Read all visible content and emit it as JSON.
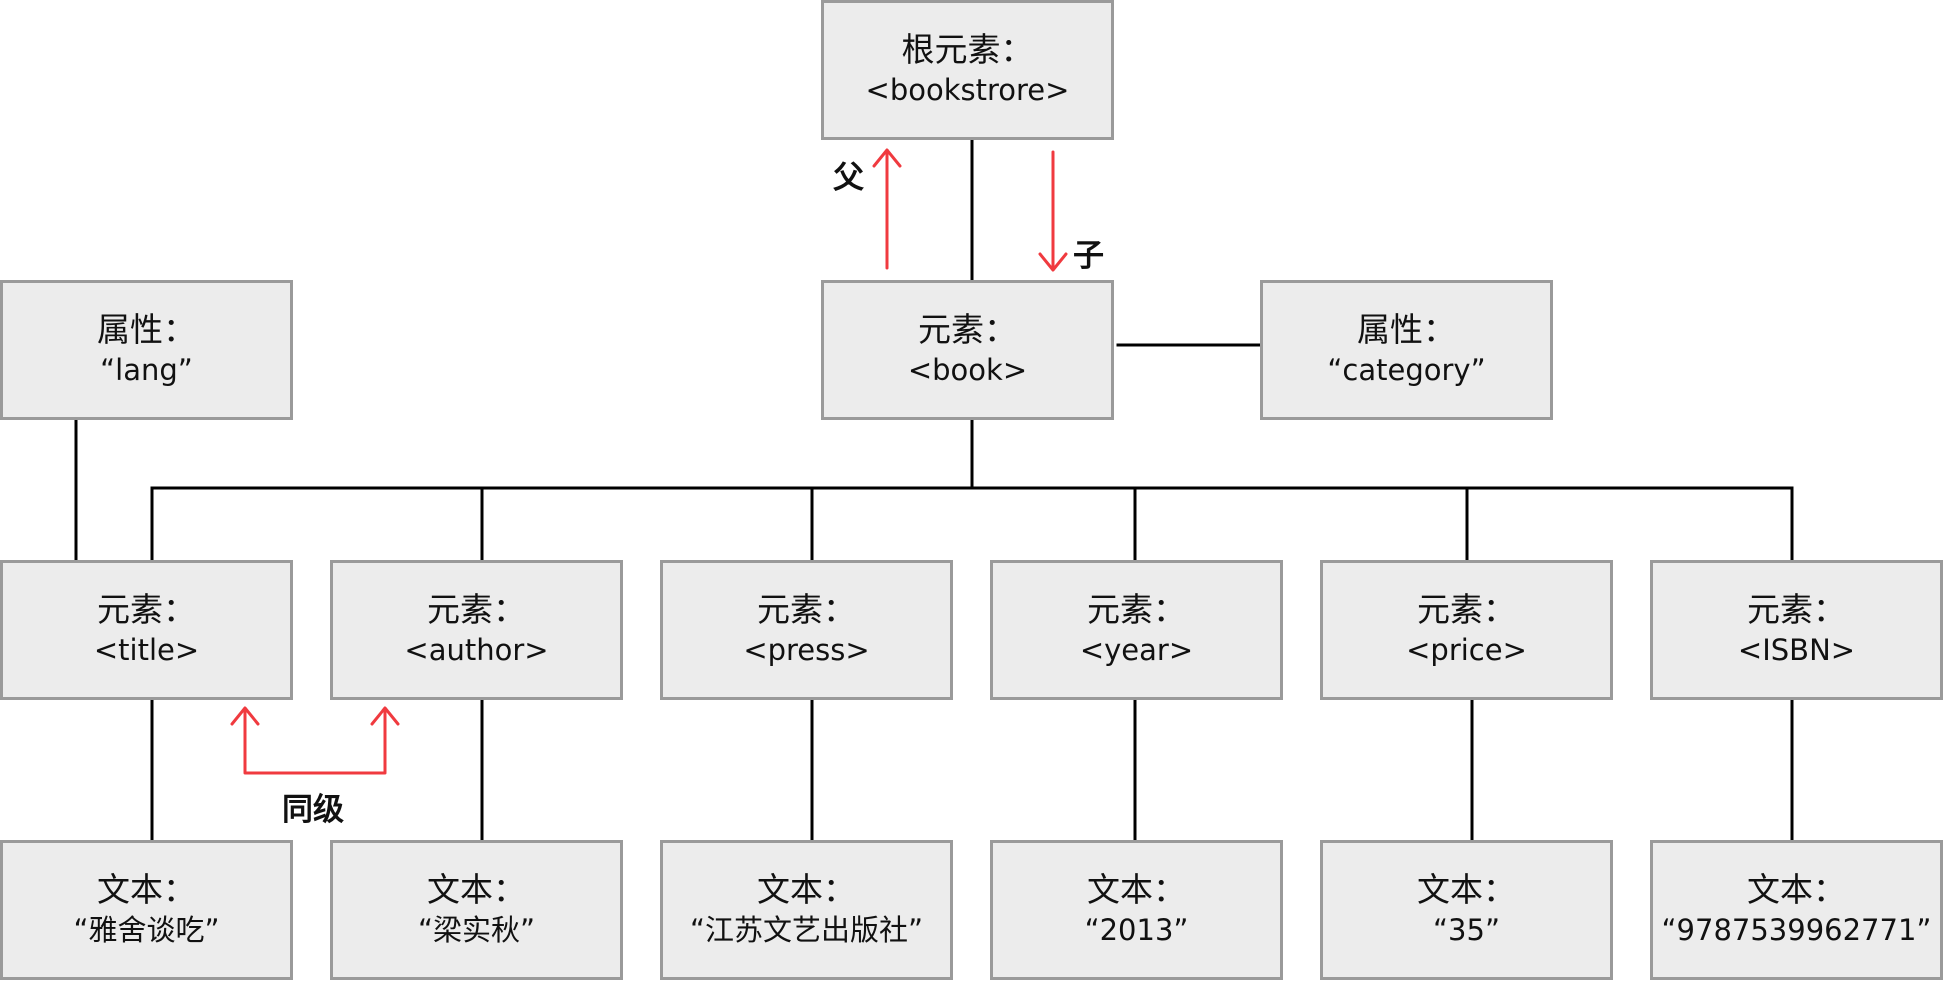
{
  "diagram": {
    "root": {
      "label": "根元素：",
      "value": "<bookstrore>"
    },
    "book": {
      "label": "元素：",
      "value": "<book>"
    },
    "attr_category": {
      "label": "属性：",
      "value": "“category”"
    },
    "attr_lang": {
      "label": "属性：",
      "value": "“lang”"
    },
    "elements": [
      {
        "label": "元素：",
        "value": "<title>"
      },
      {
        "label": "元素：",
        "value": "<author>"
      },
      {
        "label": "元素：",
        "value": "<press>"
      },
      {
        "label": "元素：",
        "value": "<year>"
      },
      {
        "label": "元素：",
        "value": "<price>"
      },
      {
        "label": "元素：",
        "value": "<ISBN>"
      }
    ],
    "texts": [
      {
        "label": "文本：",
        "value": "“雅舍谈吃”"
      },
      {
        "label": "文本：",
        "value": "“梁实秋”"
      },
      {
        "label": "文本：",
        "value": "“江苏文艺出版社”"
      },
      {
        "label": "文本：",
        "value": "“2013”"
      },
      {
        "label": "文本：",
        "value": "“35”"
      },
      {
        "label": "文本：",
        "value": "“9787539962771”"
      }
    ],
    "relation_labels": {
      "parent": "父",
      "child": "子",
      "sibling": "同级"
    },
    "colors": {
      "box_fill": "#ececec",
      "box_border": "#9a9a9a",
      "connector": "#000000",
      "relation_arrow": "#f03a3f"
    }
  }
}
